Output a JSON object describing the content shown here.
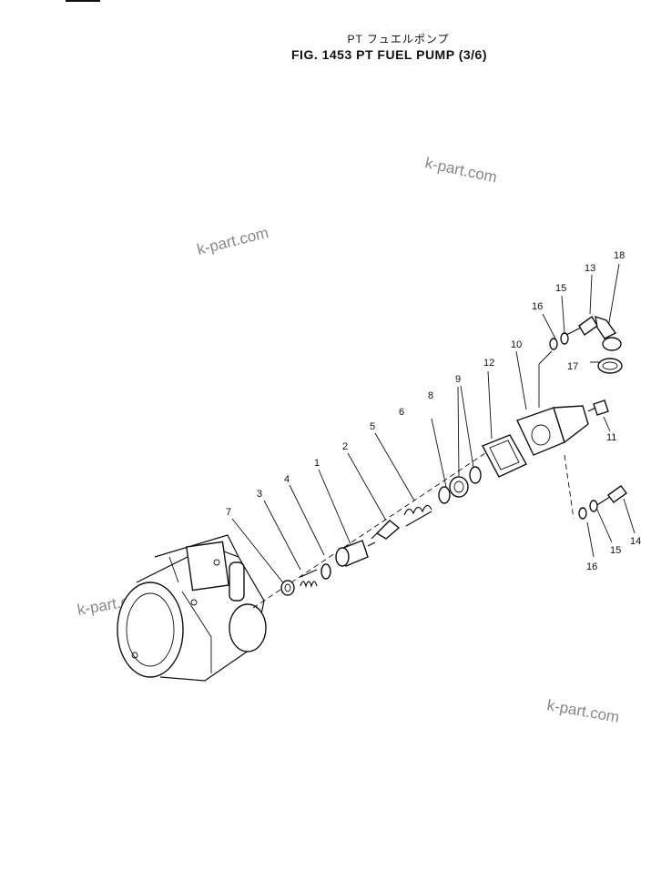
{
  "header": {
    "title_jp": "PT フュエルポンプ",
    "title": "FIG. 1453  PT FUEL PUMP (3/6)"
  },
  "watermark": "k-part.com",
  "callouts": [
    "1",
    "2",
    "3",
    "4",
    "5",
    "6",
    "7",
    "8",
    "9",
    "10",
    "11",
    "12",
    "13",
    "14",
    "15",
    "15",
    "16",
    "16",
    "17",
    "18"
  ]
}
